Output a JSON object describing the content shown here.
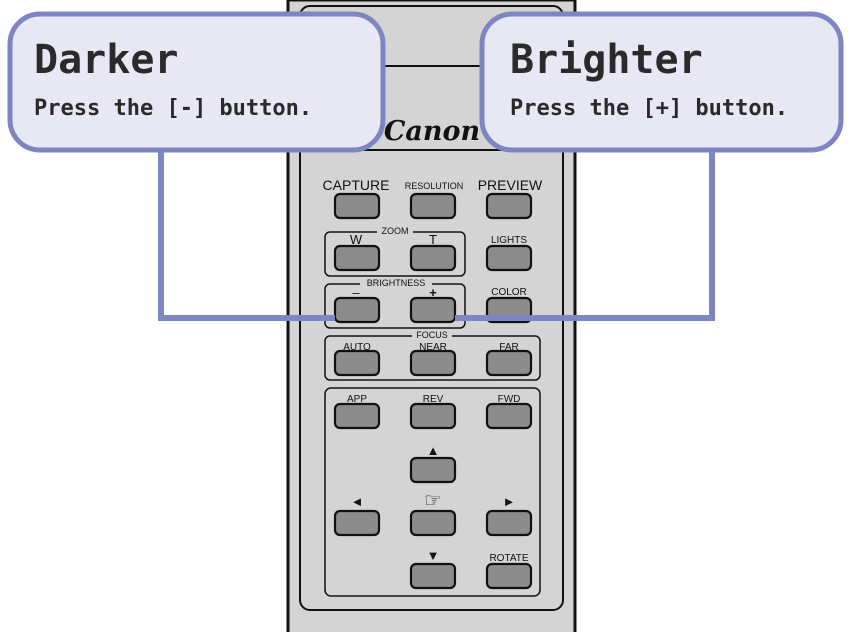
{
  "callouts": {
    "darker": {
      "title": "Darker",
      "text": "Press the [-] button."
    },
    "brighter": {
      "title": "Brighter",
      "text": "Press the [+] button."
    }
  },
  "remote": {
    "brand": "Canon",
    "labels": {
      "capture": "CAPTURE",
      "resolution": "RESOLUTION",
      "preview": "PREVIEW",
      "zoom": "ZOOM",
      "zoom_w": "W",
      "zoom_t": "T",
      "lights": "LIGHTS",
      "brightness": "BRIGHTNESS",
      "minus": "–",
      "plus": "+",
      "color": "COLOR",
      "focus": "FOCUS",
      "auto": "AUTO",
      "near": "NEAR",
      "far": "FAR",
      "app": "APP",
      "rev": "REV",
      "fwd": "FWD",
      "up": "▲",
      "left": "◄",
      "hand": "☞",
      "right": "►",
      "down": "▼",
      "rotate": "ROTATE"
    }
  },
  "colors": {
    "callout_fill": "#e7e8f3",
    "callout_border": "#7d86c2",
    "remote_body": "#d3d3d3",
    "button": "#8c8c8c"
  }
}
